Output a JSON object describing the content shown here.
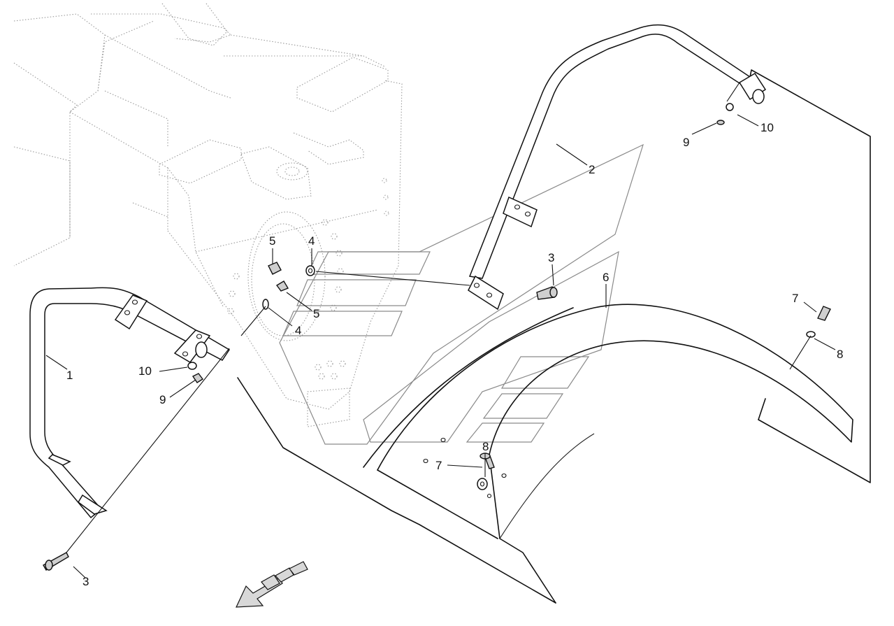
{
  "callouts": {
    "c1": "1",
    "c2": "2",
    "c3a": "3",
    "c3b": "3",
    "c4a": "4",
    "c4b": "4",
    "c5a": "5",
    "c5b": "5",
    "c6": "6",
    "c7a": "7",
    "c7b": "7",
    "c8a": "8",
    "c8b": "8",
    "c9a": "9",
    "c9b": "9",
    "c10a": "10",
    "c10b": "10"
  },
  "colors": {
    "line": "#111111",
    "ghost_outline": "#8a8a8a",
    "background": "#ffffff"
  },
  "icons": {
    "direction_arrow": "forward-direction-arrow-icon"
  }
}
